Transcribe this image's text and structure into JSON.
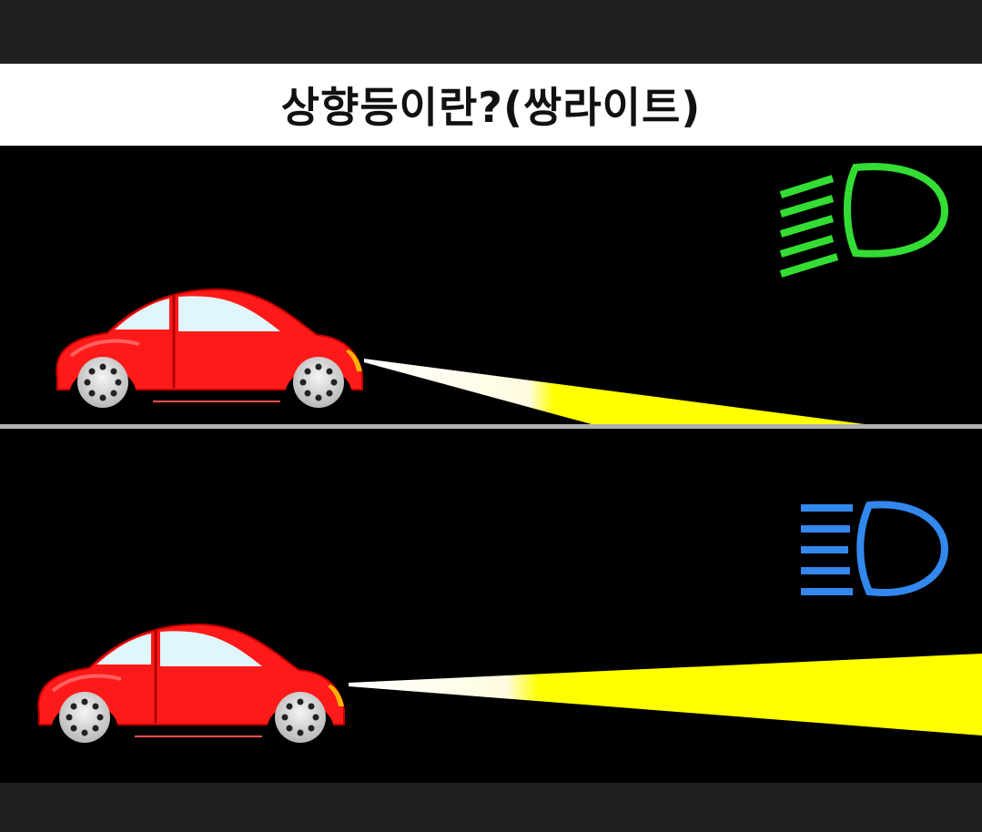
{
  "title": "상향등이란?(쌍라이트)",
  "colors": {
    "car_body": "#ff1a1a",
    "window": "#dff6fa",
    "beam": "#ffff00",
    "low_beam_icon": "#33dd33",
    "high_beam_icon": "#3388ee",
    "road_line": "#b0b0b0"
  },
  "panels": [
    {
      "beam_type": "low-beam",
      "icon": "low-beam-headlight-icon"
    },
    {
      "beam_type": "high-beam",
      "icon": "high-beam-headlight-icon"
    }
  ]
}
